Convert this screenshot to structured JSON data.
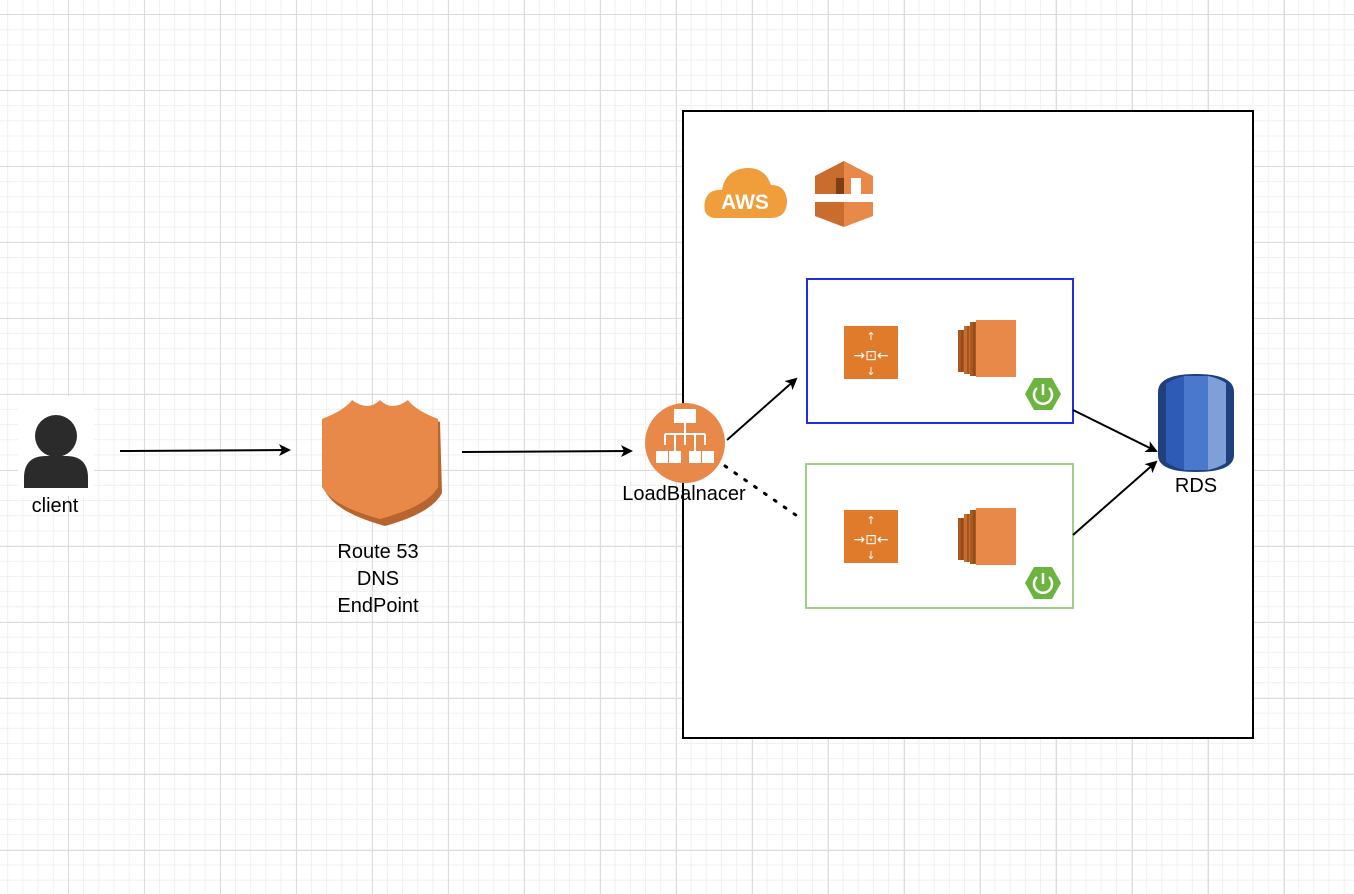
{
  "nodes": {
    "client": {
      "label": "client",
      "icon": "user-icon"
    },
    "route53": {
      "label_lines": [
        "Route 53",
        "DNS",
        "EndPoint"
      ],
      "icon": "route53-shield-icon"
    },
    "load_balancer": {
      "label": "LoadBalnacer",
      "icon": "load-balancer-icon"
    },
    "aws_cloud": {
      "label": "AWS",
      "icon": "aws-cloud-icon"
    },
    "vpc": {
      "icon": "amazon-vpc-icon"
    },
    "instance_group_1": {
      "icons": [
        "auto-scaling-icon",
        "ec2-instances-icon",
        "spring-power-icon"
      ],
      "border_color": "#1f2ee0"
    },
    "instance_group_2": {
      "icons": [
        "auto-scaling-icon",
        "ec2-instances-icon",
        "spring-power-icon"
      ],
      "border_color": "#9ecf85"
    },
    "rds": {
      "label": "RDS",
      "icon": "rds-database-icon"
    }
  },
  "colors": {
    "aws_orange": "#e8894a",
    "spring_green": "#6db33f",
    "rds_blue": "#2e5bb5"
  }
}
